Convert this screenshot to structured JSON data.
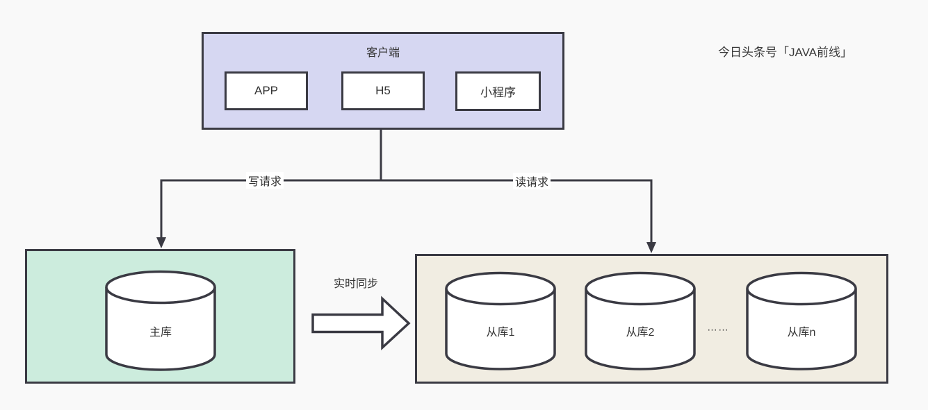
{
  "watermark": "今日头条号「JAVA前线」",
  "client": {
    "title": "客户端",
    "items": [
      {
        "label": "APP"
      },
      {
        "label": "H5"
      },
      {
        "label": "小程序"
      }
    ]
  },
  "edges": {
    "write": "写请求",
    "read": "读请求",
    "sync": "实时同步"
  },
  "master": {
    "db": "主库"
  },
  "slaves": {
    "dbs": [
      {
        "label": "从库1"
      },
      {
        "label": "从库2"
      },
      {
        "label": "从库n"
      }
    ],
    "ellipsis": "……"
  },
  "colors": {
    "background": "#f9f9f9",
    "border": "#3a3a43",
    "client_fill": "#d6d7f2",
    "master_fill": "#ccecdd",
    "slave_fill": "#f1ede2",
    "node_fill": "#ffffff",
    "text": "#333333"
  }
}
